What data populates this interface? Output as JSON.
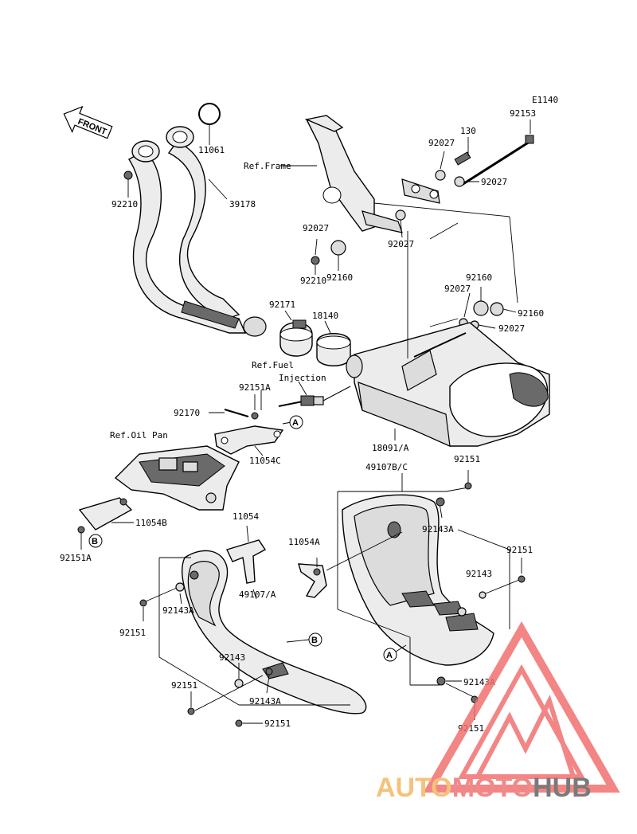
{
  "diagram_code": "E1140",
  "front_label": "FRONT",
  "watermark": {
    "auto": "AUTO",
    "moto": "MOTO",
    "hub": "HUB"
  },
  "refs": {
    "frame": "Ref.Frame",
    "fuel_injection_1": "Ref.Fuel",
    "fuel_injection_2": "Injection",
    "oil_pan": "Ref.Oil Pan"
  },
  "circle_marks": {
    "a": "A",
    "b": "B"
  },
  "parts": {
    "p11061": "11061",
    "p92210_top": "92210",
    "p39178": "39178",
    "p92153": "92153",
    "p130": "130",
    "p92027_a": "92027",
    "p92027_b": "92027",
    "p92027_c": "92027",
    "p92027_d": "92027",
    "p92027_e": "92027",
    "p92027_f": "92027",
    "p92210_mid": "92210",
    "p92160_a": "92160",
    "p92160_b": "92160",
    "p92160_c": "92160",
    "p92171": "92171",
    "p18140": "18140",
    "p92151A_top": "92151A",
    "p92170": "92170",
    "p11054C": "11054C",
    "p18091A": "18091/A",
    "p49107BC": "49107B/C",
    "p92151_r1": "92151",
    "p92143A_r1": "92143A",
    "p92151_r2": "92151",
    "p92143_r": "92143",
    "p92143A_r2": "92143A",
    "p92151_r3": "92151",
    "p11054B": "11054B",
    "p92151A_bot": "92151A",
    "p11054": "11054",
    "p11054A": "11054A",
    "p49107A": "49107/A",
    "p92143A_l": "92143A",
    "p92151_l1": "92151",
    "p92143_l": "92143",
    "p92151_l2": "92151",
    "p92143A_l2": "92143A",
    "p92151_l3": "92151"
  }
}
